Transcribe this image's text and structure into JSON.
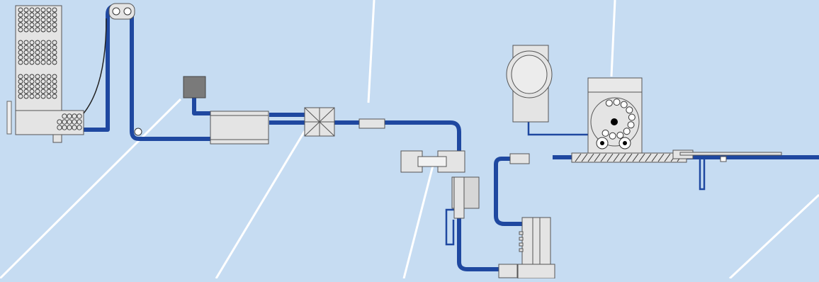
{
  "diagram": {
    "title": "",
    "colors": {
      "background": "#c6dcf2",
      "pipe": "#1f48a0",
      "equipment_fill": "#e4e4e4",
      "equipment_stroke": "#555555",
      "dark_box": "#7a7a7a",
      "divider_lines": "#ffffff"
    },
    "components": [
      "rack-cabinet",
      "ring-rack-unit",
      "vacuum-pump-top",
      "heater-block",
      "cross-valve",
      "inline-filter",
      "sensor-head-left",
      "sensor-head-right",
      "chamber-unit",
      "manifold-block",
      "vacuum-pump-right",
      "carousel-unit",
      "screw-conveyor",
      "outlet-connector"
    ]
  }
}
